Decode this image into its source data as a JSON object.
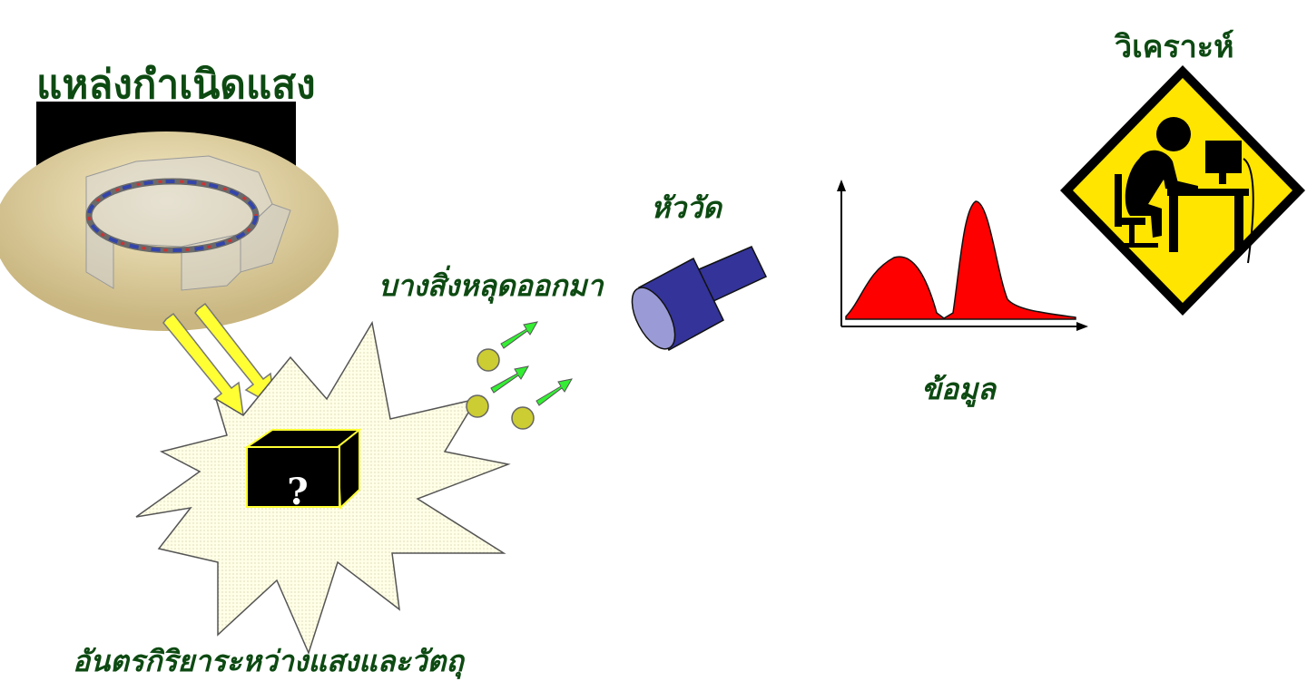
{
  "labels": {
    "light_source": "แหล่งกำเนิดแสง",
    "emitted": "บางสิ่งหลุดออกมา",
    "detector": "หัววัด",
    "data": "ข้อมูล",
    "analyze": "วิเคราะห์",
    "interaction": "อันตรกิริยาระหว่างแสงและวัตถุ",
    "unknown_mark": "?"
  },
  "icons": [
    "synchrotron-ring-image",
    "yellow-arrow-icon",
    "explosion-burst-icon",
    "black-box-icon",
    "particle-icon",
    "green-arrow-icon",
    "detector-cylinder-icon",
    "spectrum-plot-icon",
    "analyst-sign-icon"
  ],
  "colors": {
    "text": "#0d4a12",
    "spectrum_fill": "#ff0000",
    "detector": "#333399",
    "burst_fill": "#ffffe0",
    "particle": "#cccc33",
    "sign_fill": "#ffe500",
    "arrow_yellow": "#ffff33",
    "arrow_green": "#33ee33"
  }
}
